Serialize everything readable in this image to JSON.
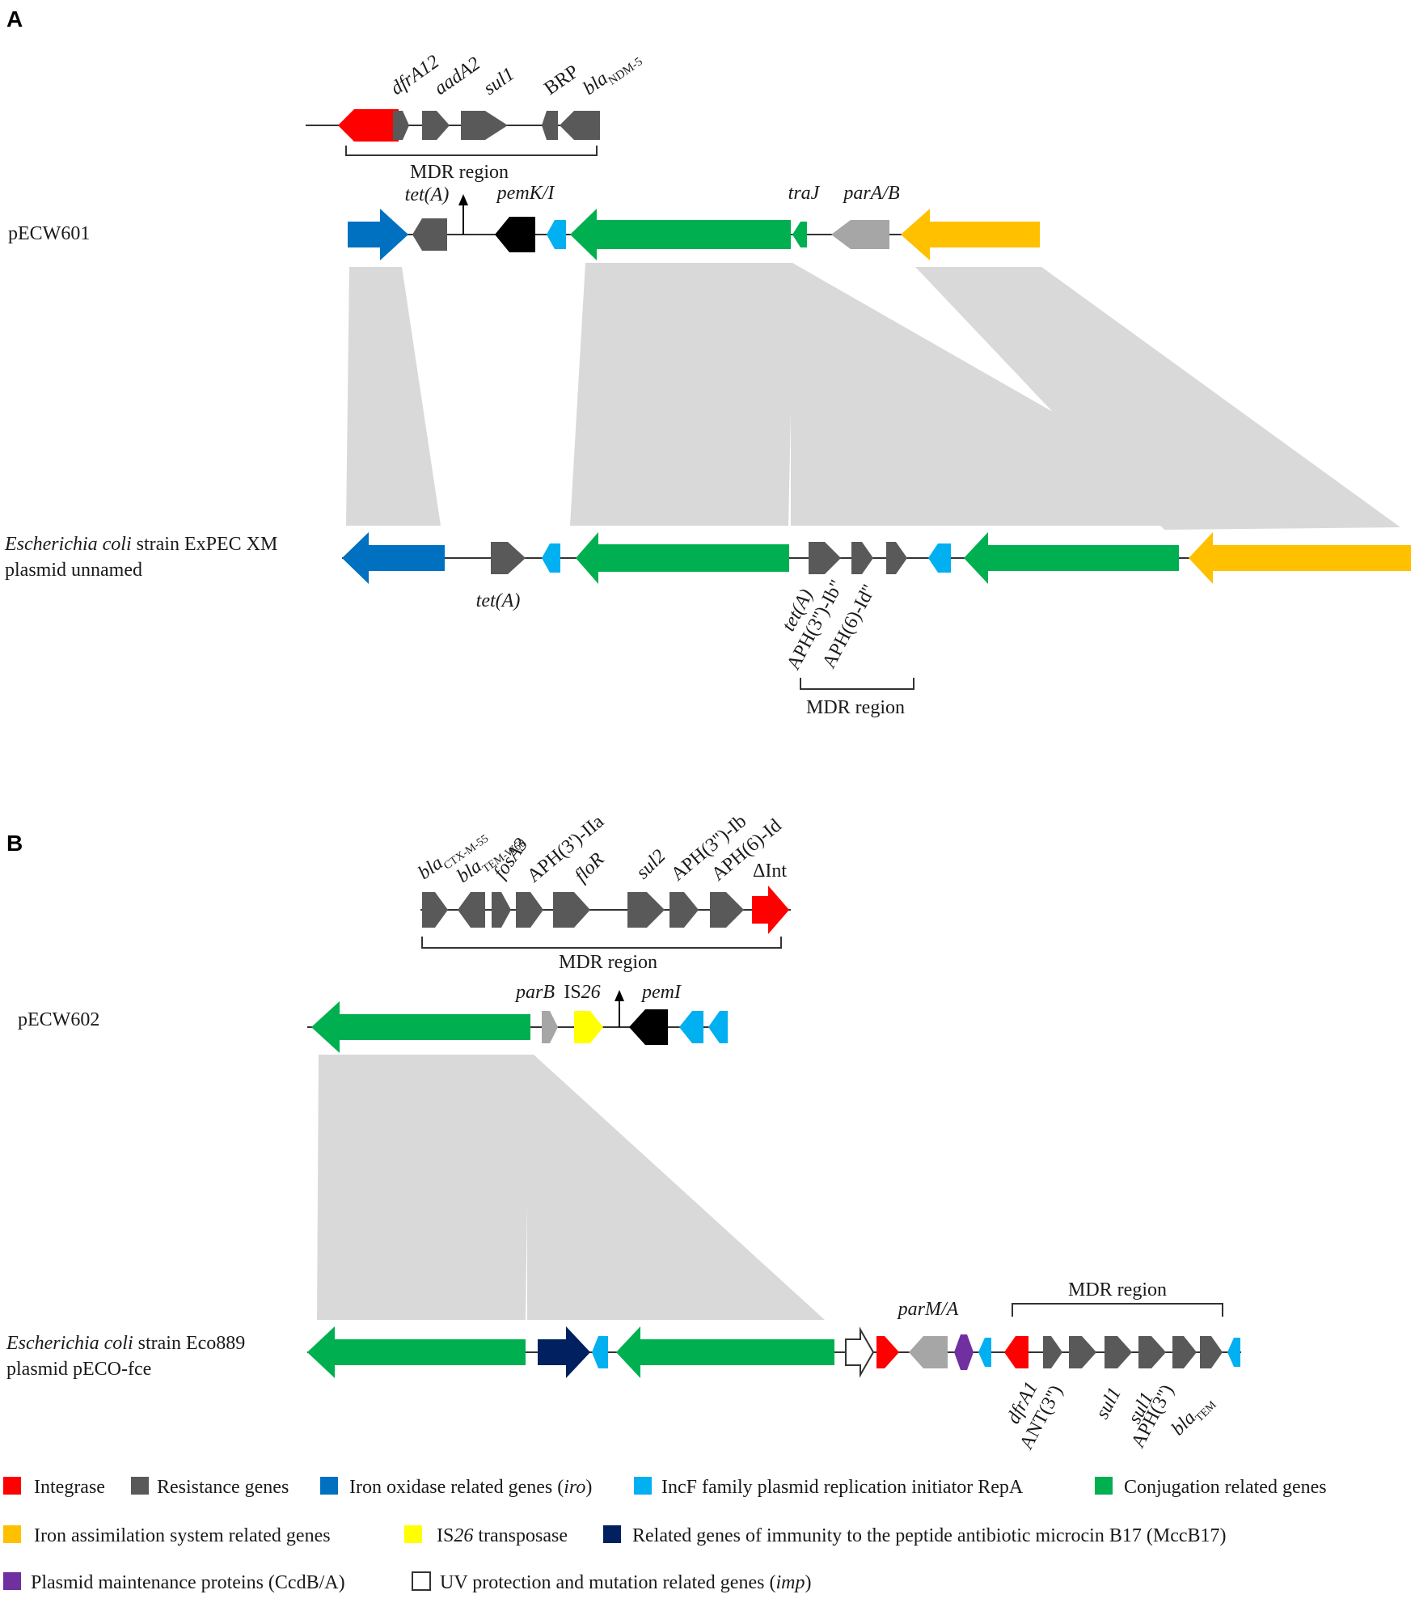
{
  "colors": {
    "integrase": "#ff0000",
    "resistance": "#595959",
    "iron_oxidase": "#0070c0",
    "repA": "#00b0f0",
    "conjugation": "#00b050",
    "iron_assim": "#ffc000",
    "is26": "#ffff00",
    "mccb17": "#002060",
    "ccdba": "#7030a0",
    "imp": "#ffffff",
    "grey_light": "#a6a6a6",
    "black": "#000000",
    "homology": "#d9d9d9"
  },
  "panelA": {
    "letter": "A",
    "query_name": "pECW601",
    "subject_name_l1_a": "Escherichia coli",
    "subject_name_l1_b": " strain ExPEC XM",
    "subject_name_l2": "plasmid unnamed",
    "mdr_top_label": "MDR region",
    "mdr_bottom_label": "MDR region",
    "top_labels": [
      {
        "text": "dfrA12",
        "italic": true
      },
      {
        "text": "aadA2",
        "italic": true
      },
      {
        "text": "sul1",
        "italic": true
      },
      {
        "text": "BRP",
        "italic": false
      },
      {
        "text": "bla",
        "sub": "NDM-5",
        "italic": true
      }
    ],
    "query_labels": [
      {
        "text": "tet(A)",
        "italic": true
      },
      {
        "text": "pemK/I",
        "italic": true
      },
      {
        "text": "traJ",
        "italic": true
      },
      {
        "text": "parA/B",
        "italic": true
      }
    ],
    "subject_labels": [
      {
        "text": "tet(A)",
        "italic": true
      },
      {
        "text": "tet(A)",
        "italic": true
      },
      {
        "text": "APH(3'')-Ib''",
        "italic": false
      },
      {
        "text": "APH(6)-Id''",
        "italic": false
      }
    ]
  },
  "panelB": {
    "letter": "B",
    "query_name": "pECW602",
    "subject_name_l1_a": "Escherichia coli",
    "subject_name_l1_b": " strain Eco889",
    "subject_name_l2": "plasmid pECO-fce",
    "mdr_top_label": "MDR region",
    "mdr_bottom_label": "MDR region",
    "top_labels": [
      {
        "text": "bla",
        "sub": "CTX-M-55",
        "italic": true
      },
      {
        "text": "bla",
        "sub": "TEM-W60",
        "italic": true
      },
      {
        "text": "fosA3",
        "italic": true
      },
      {
        "text": "APH(3')-IIa",
        "italic": false
      },
      {
        "text": "floR",
        "italic": true
      },
      {
        "text": "sul2",
        "italic": true
      },
      {
        "text": "APH(3'')-Ib",
        "italic": false
      },
      {
        "text": "APH(6)-Id",
        "italic": false
      },
      {
        "text": "ΔInt",
        "italic": false
      }
    ],
    "query_labels": [
      {
        "text": "parB",
        "italic": true
      },
      {
        "text": "IS",
        "italic": false,
        "tail": "26"
      },
      {
        "text": "pemI",
        "italic": true
      }
    ],
    "subject_labels": [
      {
        "text": "parM/A",
        "italic": true
      },
      {
        "text": "dfrA1",
        "italic": true
      },
      {
        "text": "ANT(3'')",
        "italic": false
      },
      {
        "text": "sul1",
        "italic": true
      },
      {
        "text": "sul1",
        "italic": true
      },
      {
        "text": "APH(3'')",
        "italic": false
      },
      {
        "text": "bla",
        "sub": "TEM",
        "italic": true
      }
    ]
  },
  "legend": [
    {
      "key": "integrase",
      "label": "Integrase"
    },
    {
      "key": "resistance",
      "label": "Resistance genes"
    },
    {
      "key": "iron_oxidase",
      "label": "Iron oxidase related genes (",
      "italic_part": "iro",
      "tail": ")"
    },
    {
      "key": "repA",
      "label": "IncF family plasmid replication initiator RepA"
    },
    {
      "key": "conjugation",
      "label": "Conjugation related genes"
    },
    {
      "key": "iron_assim",
      "label": "Iron assimilation system related genes"
    },
    {
      "key": "is26",
      "label": "IS",
      "italic_part": "26",
      "tail": " transposase"
    },
    {
      "key": "mccb17",
      "label": "Related genes of immunity to the peptide antibiotic microcin B17 (MccB17)"
    },
    {
      "key": "ccdba",
      "label": "Plasmid maintenance proteins (CcdB/A)"
    },
    {
      "key": "imp",
      "label": "UV protection and mutation related genes (",
      "italic_part": "imp",
      "tail": ")"
    }
  ]
}
